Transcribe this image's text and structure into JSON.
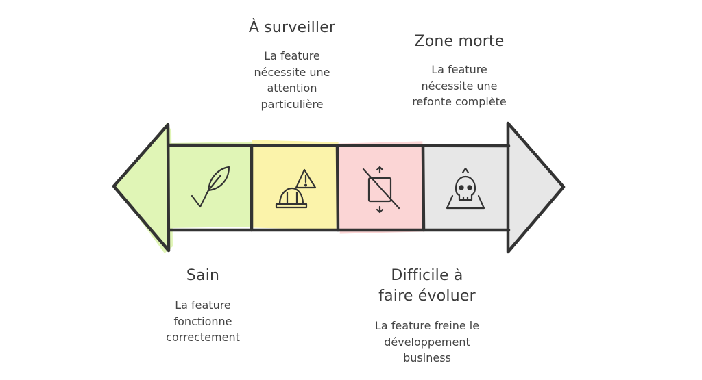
{
  "colors": {
    "outline": "#333333",
    "sain": "#dff5b3",
    "a_surveiller": "#fbf3a6",
    "difficile": "#fbd3d3",
    "zone_morte": "#e6e6e6"
  },
  "stages": [
    {
      "id": "sain",
      "icon": "leaf-check-icon",
      "title": "Sain",
      "description": "La feature\nfonctionne\ncorrectement"
    },
    {
      "id": "a_surveiller",
      "icon": "warning-hardhat-icon",
      "title": "À surveiller",
      "description": "La feature\nnécessite une\nattention\nparticulière"
    },
    {
      "id": "difficile",
      "icon": "blocked-resize-icon",
      "title": "Difficile à\nfaire évoluer",
      "description": "La feature freine le\ndéveloppement\nbusiness"
    },
    {
      "id": "zone_morte",
      "icon": "skull-icon",
      "title": "Zone morte",
      "description": "La feature\nnécessite une\nrefonte complète"
    }
  ]
}
